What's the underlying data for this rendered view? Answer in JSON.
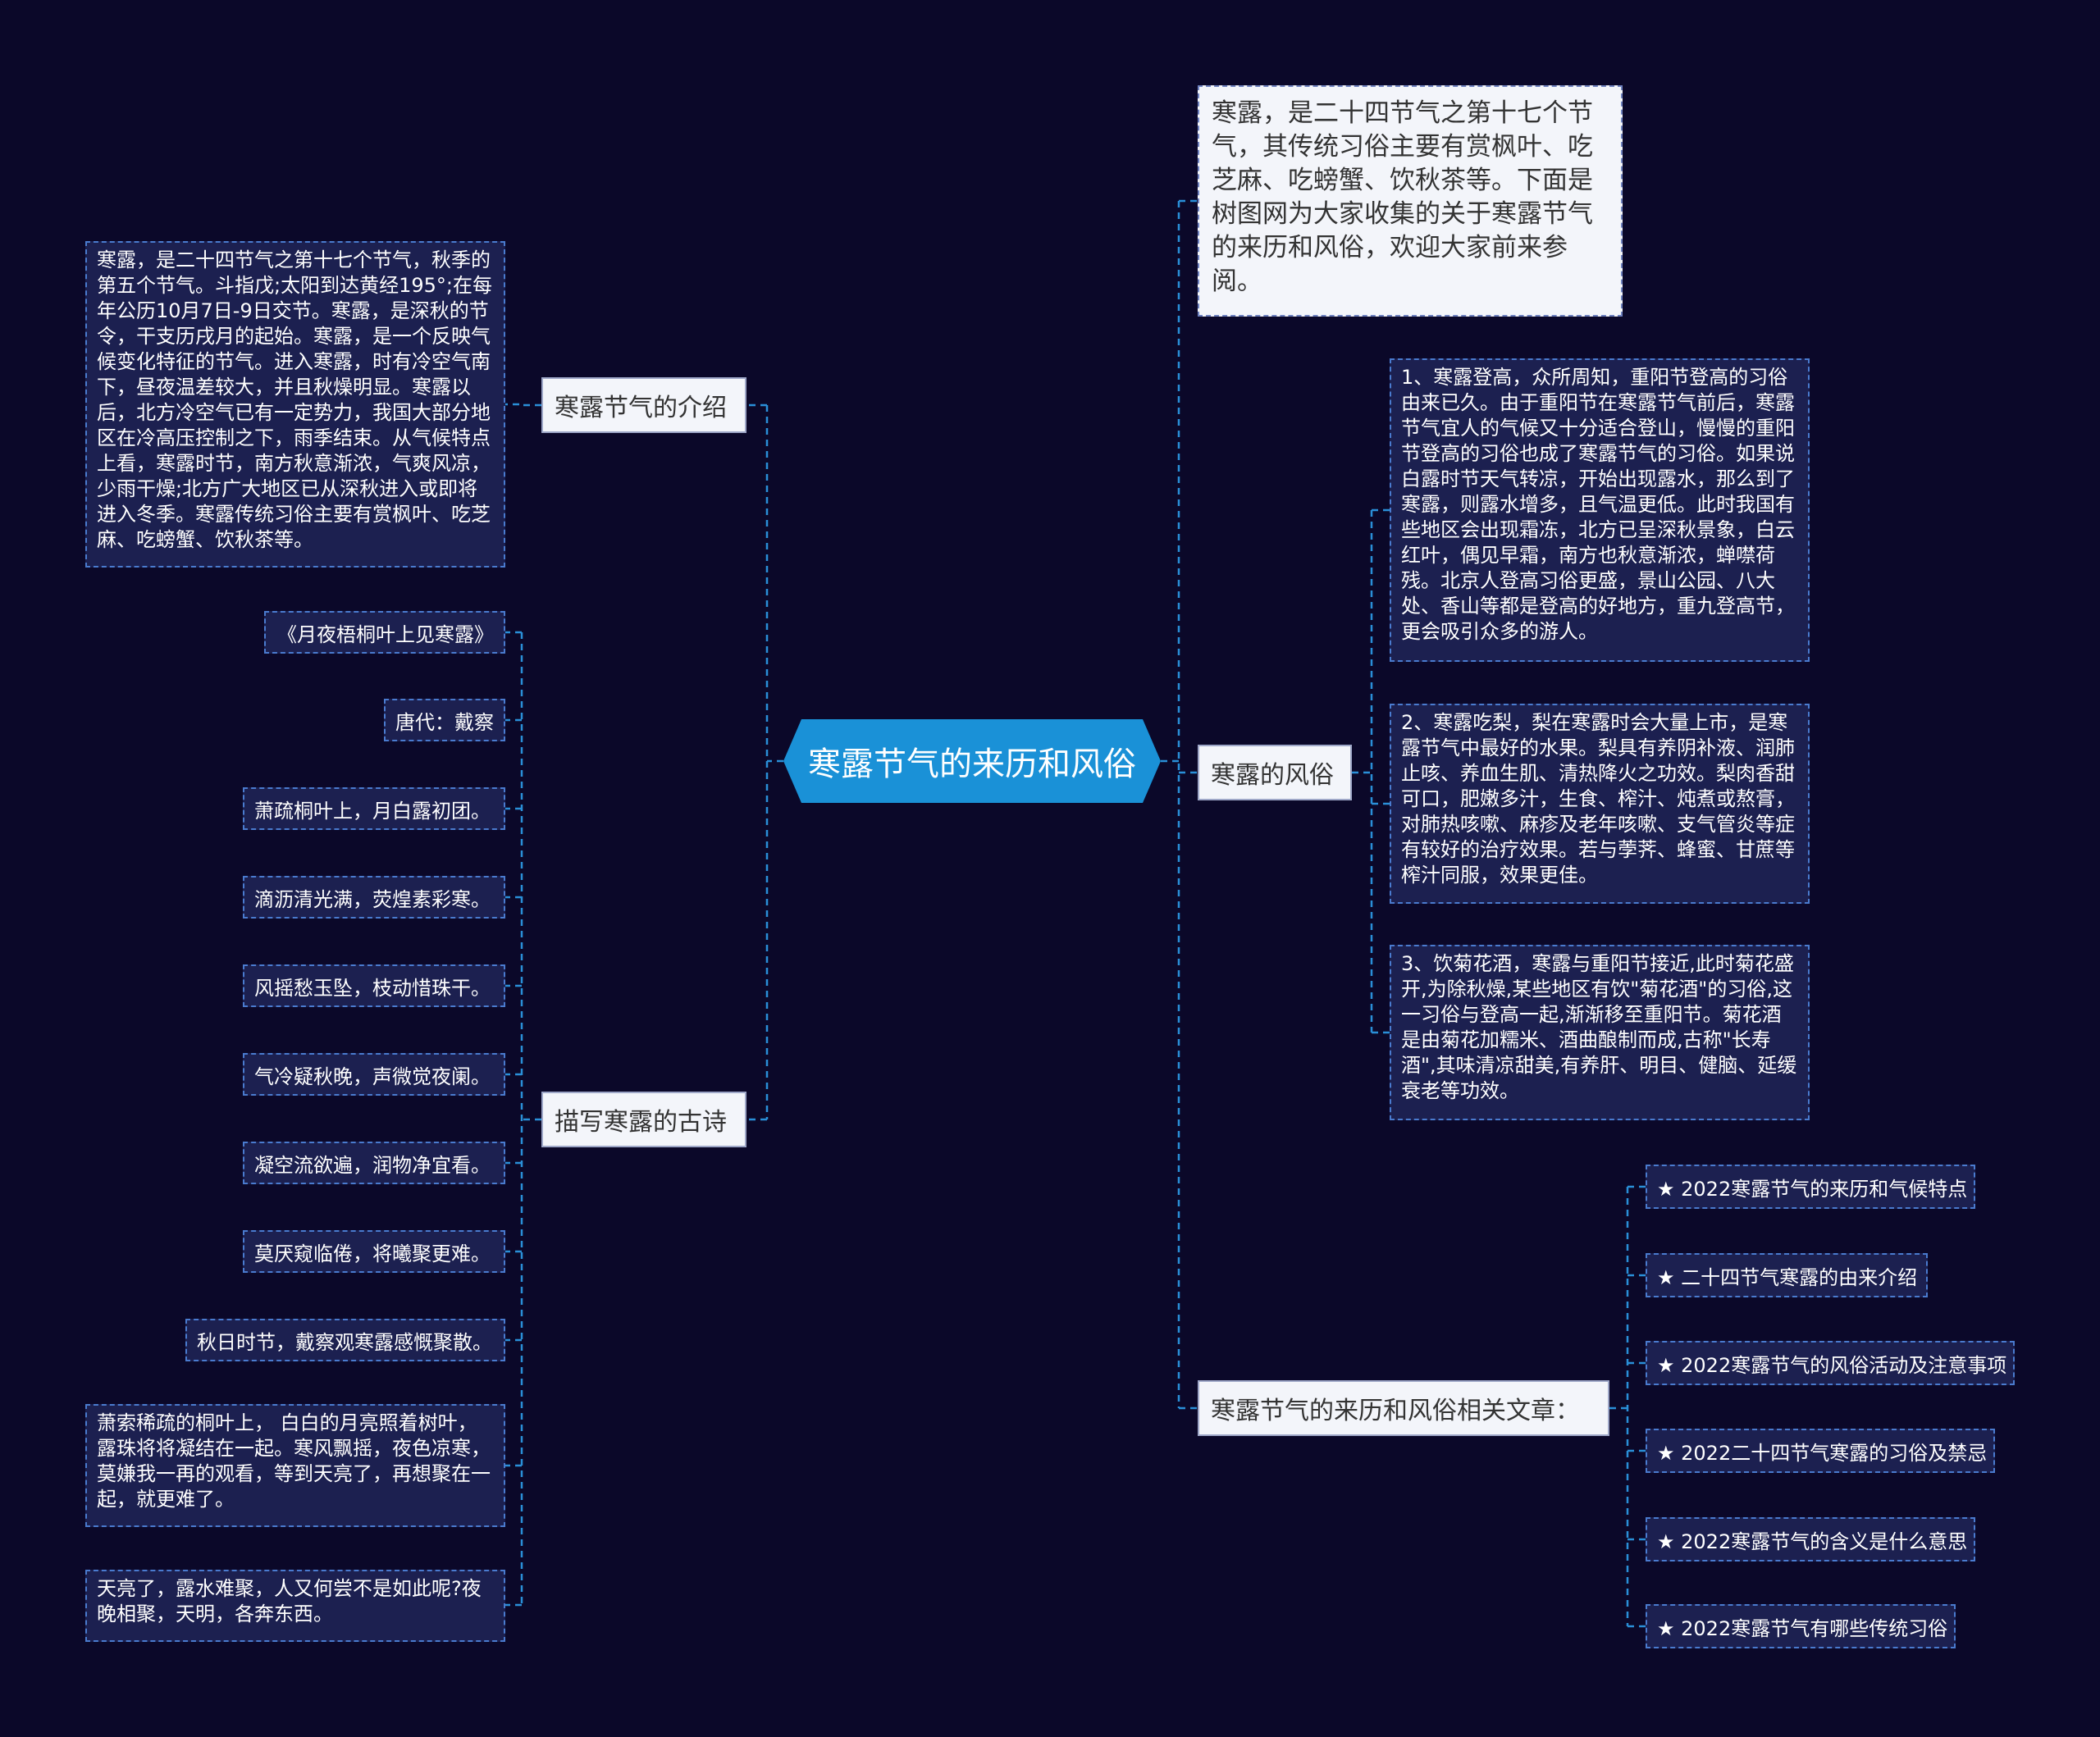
{
  "central": "寒露节气的来历和风俗",
  "intro": "寒露，是二十四节气之第十七个节气，其传统习俗主要有赏枫叶、吃芝麻、吃螃蟹、饮秋茶等。下面是树图网为大家收集的关于寒露节气的来历和风俗，欢迎大家前来参阅。",
  "left": {
    "introduction": {
      "label": "寒露节气的介绍",
      "text": "寒露，是二十四节气之第十七个节气，秋季的第五个节气。斗指戊;太阳到达黄经195°;在每年公历10月7日-9日交节。寒露，是深秋的节令，干支历戌月的起始。寒露，是一个反映气候变化特征的节气。进入寒露，时有冷空气南下，昼夜温差较大，并且秋燥明显。寒露以后，北方冷空气已有一定势力，我国大部分地区在冷高压控制之下，雨季结束。从气候特点上看，寒露时节，南方秋意渐浓，气爽风凉，少雨干燥;北方广大地区已从深秋进入或即将进入冬季。寒露传统习俗主要有赏枫叶、吃芝麻、吃螃蟹、饮秋茶等。"
    },
    "poems": {
      "label": "描写寒露的古诗",
      "items": [
        "《月夜梧桐叶上见寒露》",
        "唐代：戴察",
        "萧疏桐叶上，月白露初团。",
        "滴沥清光满，荧煌素彩寒。",
        "风摇愁玉坠，枝动惜珠干。",
        "气冷疑秋晚，声微觉夜阑。",
        "凝空流欲遍，润物净宜看。",
        "莫厌窥临倦，将曦聚更难。",
        "秋日时节，戴察观寒露感慨聚散。",
        "萧索稀疏的桐叶上， 白白的月亮照着树叶，露珠将将凝结在一起。寒风飘摇，夜色凉寒，莫嫌我一再的观看，等到天亮了，再想聚在一起，就更难了。",
        "天亮了，露水难聚，人又何尝不是如此呢?夜晚相聚，天明，各奔东西。"
      ]
    }
  },
  "right": {
    "customs": {
      "label": "寒露的风俗",
      "items": [
        "1、寒露登高，众所周知，重阳节登高的习俗由来已久。由于重阳节在寒露节气前后，寒露节气宜人的气候又十分适合登山，慢慢的重阳节登高的习俗也成了寒露节气的习俗。如果说白露时节天气转凉，开始出现露水，那么到了寒露，则露水增多，且气温更低。此时我国有些地区会出现霜冻，北方已呈深秋景象，白云红叶，偶见早霜，南方也秋意渐浓，蝉噤荷残。北京人登高习俗更盛，景山公园、八大处、香山等都是登高的好地方，重九登高节，更会吸引众多的游人。",
        "2、寒露吃梨，梨在寒露时会大量上市，是寒露节气中最好的水果。梨具有养阴补液、润肺止咳、养血生肌、清热降火之功效。梨肉香甜可口，肥嫩多汁，生食、榨汁、炖煮或熬膏，对肺热咳嗽、麻疹及老年咳嗽、支气管炎等症有较好的治疗效果。若与荸荠、蜂蜜、甘蔗等榨汁同服，效果更佳。",
        "3、饮菊花酒，寒露与重阳节接近,此时菊花盛开,为除秋燥,某些地区有饮\"菊花酒\"的习俗,这一习俗与登高一起,渐渐移至重阳节。菊花酒是由菊花加糯米、酒曲酿制而成,古称\"长寿酒\",其味清凉甜美,有养肝、明目、健脑、延缓衰老等功效。"
      ]
    },
    "related": {
      "label": "寒露节气的来历和风俗相关文章：",
      "items": [
        "★ 2022寒露节气的来历和气候特点",
        "★ 二十四节气寒露的由来介绍",
        "★ 2022寒露节气的风俗活动及注意事项",
        "★ 2022二十四节气寒露的习俗及禁忌",
        "★ 2022寒露节气的含义是什么意思",
        "★ 2022寒露节气有哪些传统习俗"
      ]
    }
  }
}
